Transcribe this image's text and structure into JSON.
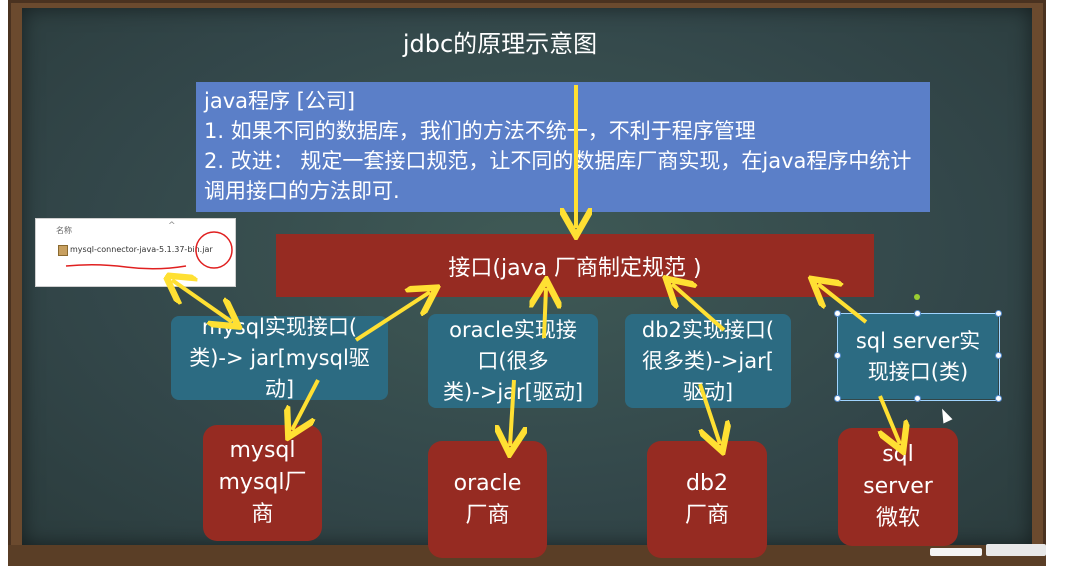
{
  "title": "jdbc的原理示意图",
  "intro": {
    "line1": "java程序 [公司]",
    "line2": "1. 如果不同的数据库，我们的方法不统一，不利于程序管理",
    "line3": "2. 改进： 规定一套接口规范，让不同的数据库厂商实现，在java程序中统计调用接口的方法即可."
  },
  "file_thumb": {
    "header": "名称",
    "filename": "mysql-connector-java-5.1.37-bin.jar",
    "close": "^"
  },
  "interface_label": "接口(java 厂商制定规范 )",
  "implementations": [
    {
      "lines": [
        "mysql实现接口(",
        "类)-> jar[mysql驱",
        "动]"
      ]
    },
    {
      "lines": [
        "oracle实现接",
        "口(很多",
        "类)->jar[驱动]"
      ]
    },
    {
      "lines": [
        "db2实现接口(",
        "很多类)->jar[",
        "驱动]"
      ]
    },
    {
      "lines": [
        "sql server实",
        "现接口(类)"
      ]
    }
  ],
  "vendors": [
    {
      "lines": [
        "mysql",
        "mysql厂",
        "商"
      ]
    },
    {
      "lines": [
        "oracle",
        "厂商"
      ]
    },
    {
      "lines": [
        "db2",
        "厂商"
      ]
    },
    {
      "lines": [
        "sql",
        "server",
        "微软"
      ]
    }
  ],
  "colors": {
    "board": "#33474a",
    "intro_box": "#5b7fc8",
    "interface_box": "#962b22",
    "impl_box": "#2c6b82",
    "vendor_box": "#962b22",
    "arrow": "#ffe033"
  }
}
